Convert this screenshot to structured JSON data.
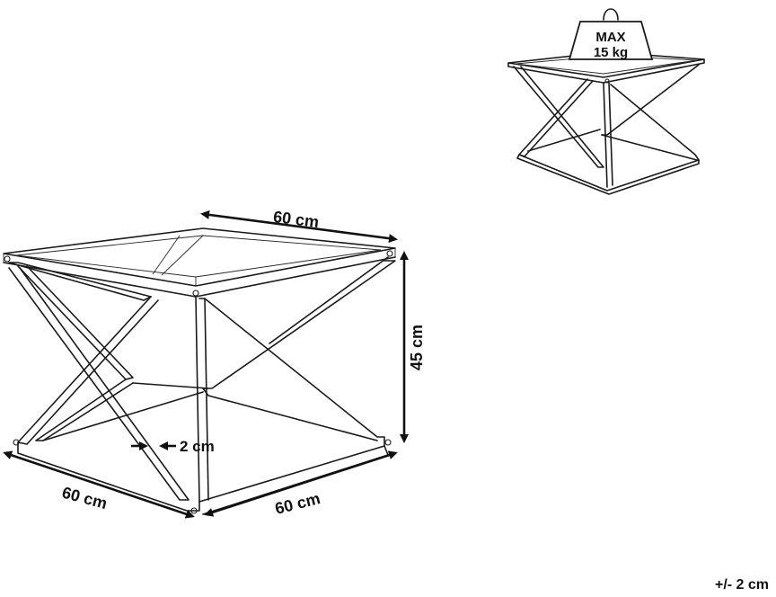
{
  "dimensions": {
    "top_width": "60 cm",
    "height": "45 cm",
    "base_left": "60 cm",
    "base_right": "60 cm",
    "tube_width": "2 cm"
  },
  "weight_badge": {
    "line1": "MAX",
    "line2": "15 kg"
  },
  "tolerance": "+/- 2 cm"
}
